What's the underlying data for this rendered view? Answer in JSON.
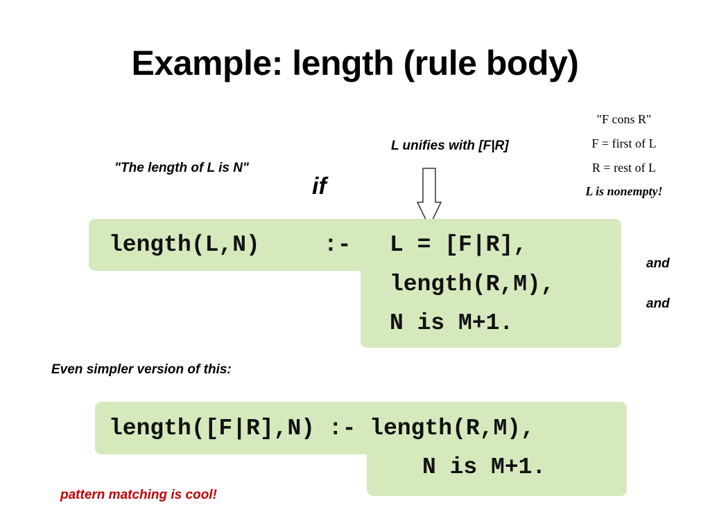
{
  "slide": {
    "title": "Example: length (rule body)"
  },
  "annotations": {
    "meaning": "\"The length of L is N\"",
    "if_word": "if",
    "unifies": "L unifies with [F|R]",
    "cons_notes": [
      "\"F cons R\"",
      "F = first of L",
      "R = rest of L",
      "L  is  nonempty!"
    ],
    "and_1": "and",
    "and_2": "and",
    "simpler_intro": "Even simpler version of this:",
    "pattern_note": "pattern matching is cool!"
  },
  "rule1": {
    "head": "length(L,N)",
    "neck": ":-",
    "goal1": "L = [F|R],",
    "goal2": "length(R,M),",
    "goal3": "N is M+1."
  },
  "rule2": {
    "line1": "length([F|R],N) :- length(R,M),",
    "line2": "N is M+1."
  },
  "colors": {
    "code_background": "#d6e9bd",
    "note_red": "#c00000"
  }
}
